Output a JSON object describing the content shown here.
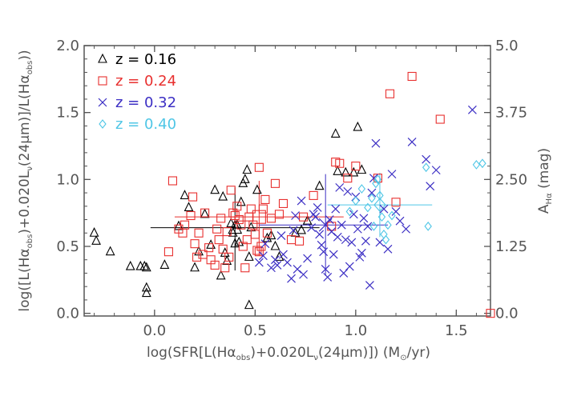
{
  "chart_data": {
    "type": "scatter",
    "xlim": [
      -0.35,
      1.67
    ],
    "ylim": [
      -0.02,
      2.0
    ],
    "right_axis": {
      "unit_label": "mag",
      "ticks": [
        {
          "label": "0.0",
          "y": 0.0
        },
        {
          "label": "1.25",
          "y": 0.5
        },
        {
          "label": "2.50",
          "y": 1.0
        },
        {
          "label": "3.75",
          "y": 1.5
        },
        {
          "label": "5.0",
          "y": 2.0
        }
      ]
    },
    "x_ticks": [
      {
        "label": "0.0",
        "x": 0.0
      },
      {
        "label": "0.5",
        "x": 0.5
      },
      {
        "label": "1.0",
        "x": 1.0
      },
      {
        "label": "1.5",
        "x": 1.5
      }
    ],
    "y_ticks": [
      {
        "label": "0.0",
        "y": 0.0
      },
      {
        "label": "0.5",
        "y": 0.5
      },
      {
        "label": "1.0",
        "y": 1.0
      },
      {
        "label": "1.5",
        "y": 1.5
      },
      {
        "label": "2.0",
        "y": 2.0
      }
    ],
    "legend_position": "top-left",
    "series": [
      {
        "name": "z = 0.16",
        "marker": "triangle",
        "color": "#000000",
        "points": [
          [
            -0.3,
            0.6
          ],
          [
            -0.29,
            0.54
          ],
          [
            -0.22,
            0.46
          ],
          [
            -0.12,
            0.35
          ],
          [
            -0.07,
            0.35
          ],
          [
            -0.05,
            0.35
          ],
          [
            -0.04,
            0.34
          ],
          [
            -0.04,
            0.19
          ],
          [
            -0.04,
            0.15
          ],
          [
            0.05,
            0.36
          ],
          [
            0.12,
            0.65
          ],
          [
            0.15,
            0.88
          ],
          [
            0.17,
            0.79
          ],
          [
            0.2,
            0.34
          ],
          [
            0.22,
            0.46
          ],
          [
            0.25,
            0.74
          ],
          [
            0.28,
            0.51
          ],
          [
            0.3,
            0.92
          ],
          [
            0.33,
            0.28
          ],
          [
            0.34,
            0.87
          ],
          [
            0.35,
            0.45
          ],
          [
            0.36,
            0.39
          ],
          [
            0.38,
            0.67
          ],
          [
            0.39,
            0.6
          ],
          [
            0.4,
            0.52
          ],
          [
            0.41,
            0.66
          ],
          [
            0.42,
            0.53
          ],
          [
            0.43,
            0.83
          ],
          [
            0.44,
            0.97
          ],
          [
            0.45,
            1.0
          ],
          [
            0.46,
            1.07
          ],
          [
            0.47,
            0.42
          ],
          [
            0.47,
            0.06
          ],
          [
            0.48,
            0.64
          ],
          [
            0.51,
            0.92
          ],
          [
            0.56,
            0.56
          ],
          [
            0.58,
            0.58
          ],
          [
            0.6,
            0.5
          ],
          [
            0.62,
            0.42
          ],
          [
            0.7,
            0.6
          ],
          [
            0.73,
            0.62
          ],
          [
            0.76,
            0.69
          ],
          [
            0.82,
            0.95
          ],
          [
            0.9,
            1.34
          ],
          [
            0.91,
            1.06
          ],
          [
            0.95,
            1.05
          ],
          [
            0.99,
            1.05
          ],
          [
            1.01,
            1.39
          ],
          [
            1.03,
            1.07
          ]
        ]
      },
      {
        "name": "z = 0.24",
        "marker": "square",
        "color": "#e8302f",
        "points": [
          [
            0.07,
            0.46
          ],
          [
            0.09,
            0.99
          ],
          [
            0.12,
            0.63
          ],
          [
            0.14,
            0.6
          ],
          [
            0.15,
            0.66
          ],
          [
            0.18,
            0.73
          ],
          [
            0.19,
            0.87
          ],
          [
            0.2,
            0.52
          ],
          [
            0.21,
            0.42
          ],
          [
            0.22,
            0.6
          ],
          [
            0.24,
            0.44
          ],
          [
            0.25,
            0.75
          ],
          [
            0.27,
            0.49
          ],
          [
            0.28,
            0.4
          ],
          [
            0.3,
            0.36
          ],
          [
            0.31,
            0.63
          ],
          [
            0.32,
            0.55
          ],
          [
            0.33,
            0.71
          ],
          [
            0.34,
            0.48
          ],
          [
            0.35,
            0.34
          ],
          [
            0.36,
            0.61
          ],
          [
            0.37,
            0.42
          ],
          [
            0.38,
            0.92
          ],
          [
            0.39,
            0.75
          ],
          [
            0.4,
            0.73
          ],
          [
            0.41,
            0.8
          ],
          [
            0.42,
            0.7
          ],
          [
            0.43,
            0.66
          ],
          [
            0.44,
            0.5
          ],
          [
            0.45,
            0.34
          ],
          [
            0.46,
            0.55
          ],
          [
            0.47,
            0.72
          ],
          [
            0.48,
            0.78
          ],
          [
            0.49,
            0.66
          ],
          [
            0.5,
            0.59
          ],
          [
            0.51,
            0.47
          ],
          [
            0.52,
            0.46
          ],
          [
            0.53,
            0.5
          ],
          [
            0.54,
            0.78
          ],
          [
            0.55,
            0.85
          ],
          [
            0.56,
            0.6
          ],
          [
            0.52,
            1.09
          ],
          [
            0.58,
            0.71
          ],
          [
            0.6,
            0.97
          ],
          [
            0.62,
            0.74
          ],
          [
            0.64,
            0.82
          ],
          [
            0.68,
            0.55
          ],
          [
            0.72,
            0.54
          ],
          [
            0.74,
            0.72
          ],
          [
            0.79,
            0.88
          ],
          [
            0.88,
            0.65
          ],
          [
            0.9,
            1.13
          ],
          [
            0.92,
            1.12
          ],
          [
            0.96,
            1.01
          ],
          [
            1.0,
            1.1
          ],
          [
            1.11,
            1.01
          ],
          [
            1.17,
            1.64
          ],
          [
            1.2,
            0.83
          ],
          [
            1.28,
            1.77
          ],
          [
            1.42,
            1.45
          ],
          [
            1.67,
            0.0
          ]
        ]
      },
      {
        "name": "z = 0.32",
        "marker": "cross",
        "color": "#3c2fc4",
        "points": [
          [
            0.52,
            0.38
          ],
          [
            0.54,
            0.43
          ],
          [
            0.55,
            0.52
          ],
          [
            0.58,
            0.34
          ],
          [
            0.6,
            0.4
          ],
          [
            0.61,
            0.36
          ],
          [
            0.63,
            0.58
          ],
          [
            0.64,
            0.44
          ],
          [
            0.66,
            0.38
          ],
          [
            0.68,
            0.26
          ],
          [
            0.69,
            0.62
          ],
          [
            0.7,
            0.73
          ],
          [
            0.71,
            0.33
          ],
          [
            0.73,
            0.84
          ],
          [
            0.74,
            0.29
          ],
          [
            0.76,
            0.41
          ],
          [
            0.78,
            0.64
          ],
          [
            0.79,
            0.74
          ],
          [
            0.8,
            0.72
          ],
          [
            0.81,
            0.79
          ],
          [
            0.82,
            0.59
          ],
          [
            0.83,
            0.51
          ],
          [
            0.84,
            0.46
          ],
          [
            0.85,
            0.33
          ],
          [
            0.86,
            0.27
          ],
          [
            0.87,
            0.7
          ],
          [
            0.88,
            0.61
          ],
          [
            0.89,
            0.44
          ],
          [
            0.9,
            0.78
          ],
          [
            0.91,
            0.57
          ],
          [
            0.92,
            0.94
          ],
          [
            0.93,
            0.66
          ],
          [
            0.94,
            0.3
          ],
          [
            0.95,
            0.55
          ],
          [
            0.96,
            0.91
          ],
          [
            0.97,
            0.35
          ],
          [
            0.98,
            0.53
          ],
          [
            0.99,
            0.74
          ],
          [
            1.0,
            0.87
          ],
          [
            1.01,
            0.63
          ],
          [
            1.02,
            0.42
          ],
          [
            1.03,
            0.45
          ],
          [
            1.04,
            0.71
          ],
          [
            1.05,
            0.54
          ],
          [
            1.06,
            0.65
          ],
          [
            1.07,
            0.21
          ],
          [
            1.08,
            0.9
          ],
          [
            1.09,
            1.01
          ],
          [
            1.1,
            1.27
          ],
          [
            1.12,
            0.53
          ],
          [
            1.14,
            0.78
          ],
          [
            1.16,
            0.48
          ],
          [
            1.18,
            1.04
          ],
          [
            1.2,
            0.76
          ],
          [
            1.22,
            0.69
          ],
          [
            1.25,
            0.63
          ],
          [
            1.28,
            1.28
          ],
          [
            1.35,
            1.15
          ],
          [
            1.37,
            0.95
          ],
          [
            1.4,
            1.07
          ],
          [
            1.58,
            1.52
          ]
        ]
      },
      {
        "name": "z = 0.40",
        "marker": "diamond",
        "color": "#4fc6e6",
        "points": [
          [
            0.97,
            0.76
          ],
          [
            1.0,
            0.84
          ],
          [
            1.03,
            0.93
          ],
          [
            1.06,
            0.79
          ],
          [
            1.08,
            0.86
          ],
          [
            1.09,
            0.65
          ],
          [
            1.1,
            0.97
          ],
          [
            1.11,
            1.0
          ],
          [
            1.12,
            0.88
          ],
          [
            1.13,
            0.72
          ],
          [
            1.14,
            0.59
          ],
          [
            1.15,
            0.55
          ],
          [
            1.16,
            0.66
          ],
          [
            1.18,
            0.73
          ],
          [
            1.35,
            1.09
          ],
          [
            1.36,
            0.65
          ],
          [
            1.6,
            1.11
          ],
          [
            1.63,
            1.12
          ]
        ]
      }
    ],
    "error_bars": [
      {
        "series": "z = 0.16",
        "color": "#000000",
        "x": 0.4,
        "y": 0.64,
        "x_lo": -0.02,
        "x_hi": 0.82,
        "y_lo": 0.32,
        "y_hi": 0.94
      },
      {
        "series": "z = 0.24",
        "color": "#e8302f",
        "x": 0.52,
        "y": 0.72,
        "x_lo": 0.1,
        "x_hi": 0.94,
        "y_lo": 0.43,
        "y_hi": 0.99
      },
      {
        "series": "z = 0.32",
        "color": "#3c2fc4",
        "x": 0.85,
        "y": 0.66,
        "x_lo": 0.52,
        "x_hi": 1.16,
        "y_lo": 0.28,
        "y_hi": 1.04
      },
      {
        "series": "z = 0.40",
        "color": "#4fc6e6",
        "x": 1.12,
        "y": 0.81,
        "x_lo": 0.86,
        "x_hi": 1.38,
        "y_lo": 0.57,
        "y_hi": 1.05
      }
    ]
  },
  "labels": {
    "x_text": [
      "log(SFR[L(H",
      "α",
      "obs",
      ")+0.020L",
      "ν",
      "(24",
      "μ",
      "m)]) (M",
      "⊙",
      "/yr)"
    ],
    "y_text": [
      "log([L(H",
      "α",
      "obs",
      ")+0.020L",
      "ν",
      "(24",
      "μ",
      "m)]/L(H",
      "α",
      "obs",
      "))"
    ],
    "right_text": [
      "A",
      "Hα",
      " (mag)"
    ]
  },
  "legend": [
    {
      "symbol": "△",
      "label": "z = 0.16",
      "color": "#000000"
    },
    {
      "symbol": "□",
      "label": "z = 0.24",
      "color": "#e8302f"
    },
    {
      "symbol": "×",
      "label": "z = 0.32",
      "color": "#3c2fc4"
    },
    {
      "symbol": "◇",
      "label": "z = 0.40",
      "color": "#4fc6e6"
    }
  ],
  "colors": {
    "axis": "#555555"
  }
}
